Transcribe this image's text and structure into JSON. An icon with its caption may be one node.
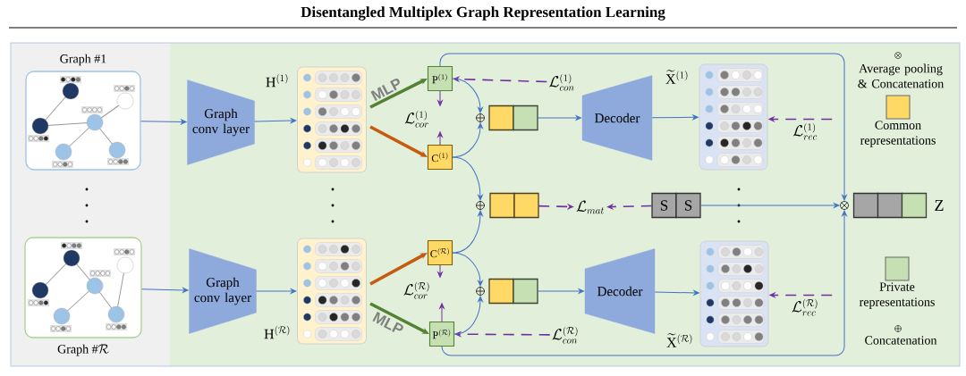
{
  "diagram": {
    "title": "Disentangled Multiplex Graph Representation Learning",
    "nodes": [
      {
        "text": [
          "Graph #1"
        ]
      },
      {
        "text": [
          "\\text{Graph \\#}\\mathcal{R}"
        ]
      },
      {
        "text": [
          "Graph conv layer"
        ]
      },
      {
        "text": [
          "Graph conv layer"
        ]
      },
      {
        "text": [
          "\\mathrm{H}^{(1)}"
        ]
      },
      {
        "text": [
          "\\mathrm{H}^{(\\mathcal{R})}"
        ]
      },
      {
        "text": [
          "\\mathrm{P}^{(1)}"
        ]
      },
      {
        "text": [
          "\\mathrm{C}^{(1)}"
        ]
      },
      {
        "text": [
          "\\mathrm{C}^{(\\mathcal{R})}"
        ]
      },
      {
        "text": [
          "\\mathrm{P}^{(\\mathcal{R})}"
        ]
      },
      {
        "text": [],
        "shape": "circle"
      },
      {
        "text": [],
        "shape": "circle"
      },
      {
        "text": [],
        "shape": "circle"
      },
      {
        "text": [],
        "shape": "box"
      },
      {
        "text": [],
        "shape": "box"
      },
      {
        "text": [],
        "shape": "box"
      },
      {
        "text": [
          "Decoder"
        ]
      },
      {
        "text": [
          "Decoder"
        ]
      },
      {
        "text": [
          "\\widetilde{\\mathrm{X}}^{(1)}"
        ]
      },
      {
        "text": [
          "\\widetilde{\\mathrm{X}}^{(\\mathcal{R})}"
        ]
      },
      {
        "text": [
          "\\mathcal{L}_{con}^{(1)}"
        ]
      },
      {
        "text": [
          "\\mathcal{L}_{cor}^{(1)}"
        ]
      },
      {
        "text": [
          "\\mathcal{L}_{cor}^{(\\mathcal{R})}"
        ]
      },
      {
        "text": [
          "\\mathcal{L}_{con}^{(\\mathcal{R})}"
        ]
      },
      {
        "text": [
          "\\mathcal{L}_{rec}^{(1)}"
        ]
      },
      {
        "text": [
          "\\mathcal{L}_{rec}^{(\\mathcal{R})}"
        ]
      },
      {
        "text": [
          "\\mathcal{L}_{mat}"
        ]
      },
      {
        "text": [
          "S",
          "S"
        ]
      },
      {
        "text": [],
        "shape": "circle"
      },
      {
        "text": [],
        "shape": "box",
        "beside": [
          "Z"
        ]
      }
    ],
    "edges": [
      {
        "from": 0,
        "to": 2,
        "arrow": "to"
      },
      {
        "from": 1,
        "to": 3,
        "arrow": "to"
      },
      {
        "from": 2,
        "to": 4,
        "arrow": "to"
      },
      {
        "from": 3,
        "to": 5,
        "arrow": "to"
      },
      {
        "from": 4,
        "to": 6,
        "arrow": "to",
        "label": "MLP",
        "style": "thick",
        "color": "#548235"
      },
      {
        "from": 4,
        "to": 7,
        "arrow": "to",
        "style": "thick",
        "color": "#c55a11"
      },
      {
        "from": 5,
        "to": 8,
        "arrow": "to",
        "style": "thick",
        "color": "#c55a11"
      },
      {
        "from": 5,
        "to": 9,
        "arrow": "to",
        "label": "MLP",
        "style": "thick",
        "color": "#548235"
      },
      {
        "from": 20,
        "to": 6,
        "arrow": "to",
        "style": "dashed",
        "color": "#7030a0"
      },
      {
        "from": 6,
        "to": 21,
        "arrow": "to",
        "color": "#7030a0"
      },
      {
        "from": 7,
        "to": 21,
        "arrow": "to",
        "color": "#7030a0"
      },
      {
        "from": 8,
        "to": 22,
        "arrow": "to",
        "color": "#7030a0"
      },
      {
        "from": 9,
        "to": 22,
        "arrow": "to",
        "color": "#7030a0"
      },
      {
        "from": 23,
        "to": 9,
        "arrow": "to",
        "style": "dashed",
        "color": "#7030a0"
      },
      {
        "from": 6,
        "to": 10,
        "arrow": "to"
      },
      {
        "from": 7,
        "to": 10,
        "arrow": "to"
      },
      {
        "from": 7,
        "to": 11,
        "arrow": "to"
      },
      {
        "from": 8,
        "to": 11,
        "arrow": "to"
      },
      {
        "from": 8,
        "to": 12,
        "arrow": "to"
      },
      {
        "from": 9,
        "to": 12,
        "arrow": "to"
      },
      {
        "from": 13,
        "to": 16,
        "arrow": "to"
      },
      {
        "from": 15,
        "to": 17,
        "arrow": "to"
      },
      {
        "from": 16,
        "to": 18,
        "arrow": "to"
      },
      {
        "from": 17,
        "to": 19,
        "arrow": "to"
      },
      {
        "from": 24,
        "to": 18,
        "arrow": "to",
        "style": "dashed",
        "color": "#7030a0"
      },
      {
        "from": 25,
        "to": 19,
        "arrow": "to",
        "style": "dashed",
        "color": "#7030a0"
      },
      {
        "from": 14,
        "to": 26,
        "arrow": "to",
        "style": "dashed",
        "color": "#7030a0"
      },
      {
        "from": 27,
        "to": 26,
        "arrow": "to",
        "style": "dashed",
        "color": "#7030a0"
      },
      {
        "from": 27,
        "to": 28,
        "arrow": "to"
      },
      {
        "from": 6,
        "to": 28,
        "arrow": "to"
      },
      {
        "from": 9,
        "to": 28,
        "arrow": "to"
      }
    ],
    "legend": [
      {
        "text": "Average pooling & Concatenation"
      },
      {
        "text": "Common representations",
        "color": "#ffd966"
      },
      {
        "text": "Private representations",
        "color": "#c6e0b4"
      },
      {
        "text": "Concatenation"
      }
    ]
  }
}
